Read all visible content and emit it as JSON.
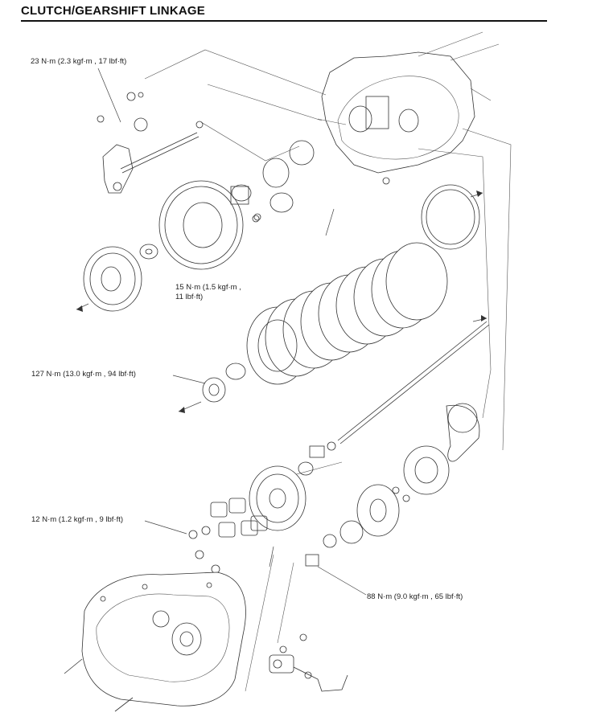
{
  "header": {
    "title": "CLUTCH/GEARSHIFT LINKAGE"
  },
  "torque_labels": {
    "t1": "23 N·m (2.3 kgf·m , 17 lbf·ft)",
    "t2_line1": "15 N·m (1.5 kgf·m ,",
    "t2_line2": "11 lbf·ft)",
    "t3": "127 N·m (13.0 kgf·m , 94 lbf·ft)",
    "t4": "12 N·m (1.2 kgf·m , 9 lbf·ft)",
    "t5": "88 N·m (9.0 kgf·m , 65 lbf·ft)"
  }
}
